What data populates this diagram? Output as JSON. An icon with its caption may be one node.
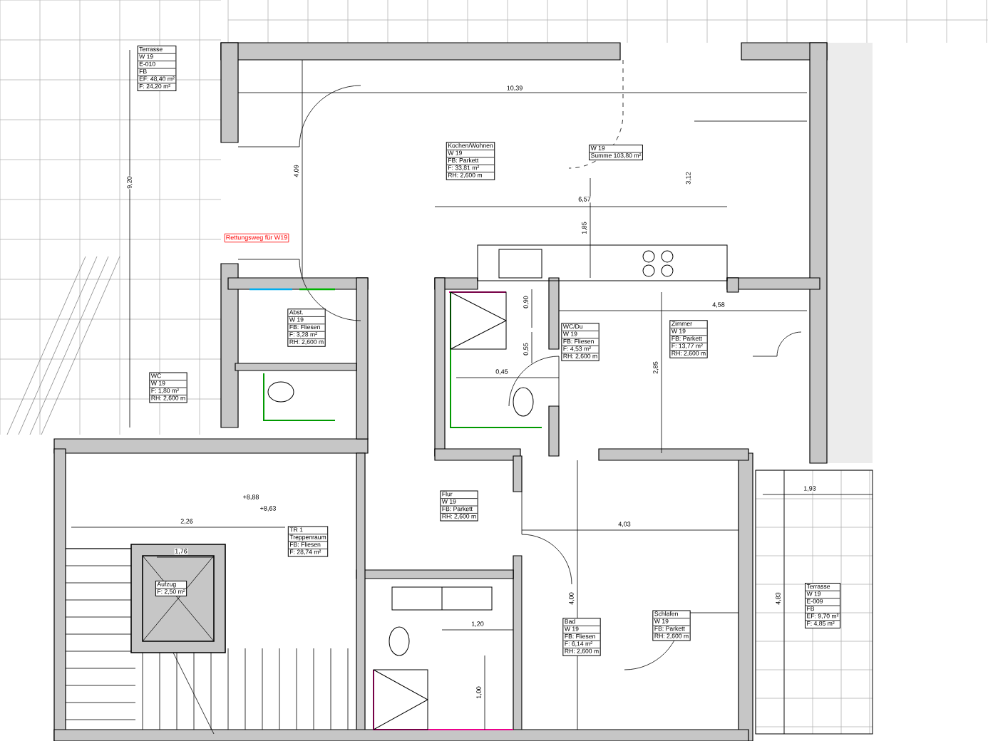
{
  "diagram": {
    "nodes": [
      {
        "text": [
          "Terrasse",
          "W 19",
          "E-010",
          "FB",
          "EF: 48,40 m²",
          "F: 24,20 m²"
        ]
      },
      {
        "text": [
          "Kochen/Wohnen",
          "W 19",
          "FB: Parkett",
          "F: 33,81 m²",
          "RH: 2,600 m"
        ]
      },
      {
        "text": [
          "W 19",
          "Summe 103,80 m²"
        ]
      },
      {
        "text": [
          "Abst.",
          "W 19",
          "FB: Fliesen",
          "F: 3,28 m²",
          "RH: 2,600 m"
        ]
      },
      {
        "text": [
          "WC",
          "W 19",
          "F: 1,80 m²",
          "RH: 2,600 m"
        ]
      },
      {
        "text": [
          "WC/Du",
          "W 19",
          "FB: Fliesen",
          "F: 4,53 m²",
          "RH: 2,600 m"
        ]
      },
      {
        "text": [
          "Zimmer",
          "W 19",
          "FB: Parkett",
          "F: 13,77 m²",
          "RH: 2,600 m"
        ]
      },
      {
        "text": [
          "Flur",
          "W 19",
          "FB: Parkett",
          "RH: 2,600 m"
        ]
      },
      {
        "text": [
          "TR 1",
          "Treppenraum",
          "FB: Fliesen",
          "F: 28,74 m²"
        ]
      },
      {
        "text": [
          "Aufzug",
          "F: 2,50 m²"
        ]
      },
      {
        "text": [
          "Bad",
          "W 19",
          "FB: Fliesen",
          "F: 6,14 m²",
          "RH: 2,600 m"
        ]
      },
      {
        "text": [
          "Schlafen",
          "W 19",
          "FB: Parkett",
          "RH: 2,600 m"
        ]
      },
      {
        "text": [
          "Terrasse",
          "W 19",
          "E-009",
          "FB",
          "EF: 9,70 m²",
          "F: 4,85 m²"
        ]
      }
    ],
    "labels": [
      "9,20",
      "10,39",
      "4,09",
      "6,57",
      "3,12",
      "1,85",
      "Rettungsweg für W19",
      "4,58",
      "0,90",
      "0,55",
      "2,85",
      "0,45",
      "+8,88",
      "+8,63",
      "2,26",
      "1,76",
      "1,93",
      "4,03",
      "1,20",
      "4,00",
      "4,83",
      "1,00"
    ]
  }
}
